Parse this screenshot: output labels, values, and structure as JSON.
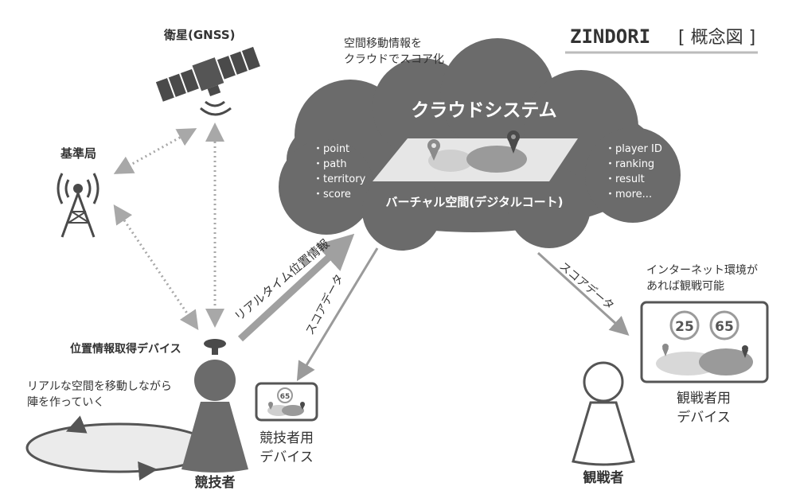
{
  "title": {
    "name": "ZINDORI",
    "subtitle": "[ 概念図 ]"
  },
  "labels": {
    "satellite": "衛星(GNSS)",
    "base_station": "基準局",
    "cloud_note_line1": "空間移動情報を",
    "cloud_note_line2": "クラウドでスコア化",
    "cloud_title": "クラウドシステム",
    "virtual_space": "バーチャル空間(デジタルコート)",
    "realtime_position": "リアルタイム位置情報",
    "score_data_left": "スコアデータ",
    "score_data_right": "スコアデータ",
    "position_device": "位置情報取得デバイス",
    "move_note_line1": "リアルな空間を移動しながら",
    "move_note_line2": "陣を作っていく",
    "player_device_line1": "競技者用",
    "player_device_line2": "デバイス",
    "player": "競技者",
    "internet_note_line1": "インターネット環境が",
    "internet_note_line2": "あれば観戦可能",
    "viewer_device_line1": "観戦者用",
    "viewer_device_line2": "デバイス",
    "viewer": "観戦者"
  },
  "cloud_left_items": [
    "・point",
    "・path",
    "・territory",
    "・score"
  ],
  "cloud_right_items": [
    "・player ID",
    "・ranking",
    "・result",
    "・more..."
  ],
  "scores": {
    "player_device": "65",
    "viewer_left": "25",
    "viewer_right": "65"
  },
  "icons": {
    "satellite": "satellite-icon",
    "base_station": "antenna-tower-icon",
    "player": "person-icon",
    "viewer": "person-outline-icon",
    "pin": "map-pin-icon"
  },
  "colors": {
    "cloud": "#6b6b6b",
    "dark": "#4a4a4a",
    "mid": "#888888",
    "light": "#cfcfcf",
    "arrow": "#9a9a9a"
  }
}
